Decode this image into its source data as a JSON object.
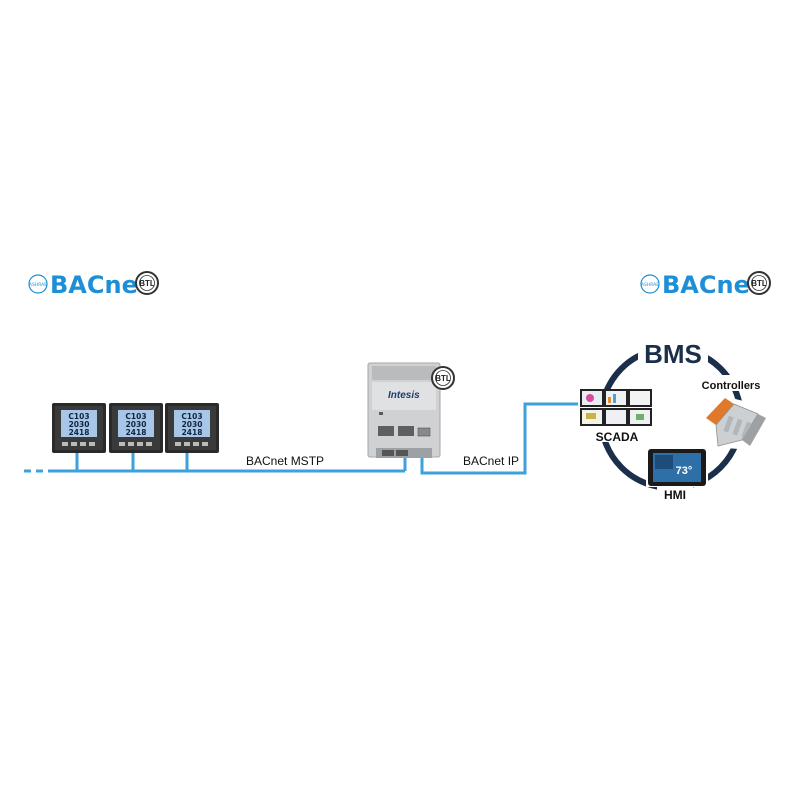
{
  "logos": {
    "left": {
      "ashrae": "ASHRAE",
      "bacnet": "BACnet",
      "tm": "™",
      "btl": "BTL"
    },
    "right": {
      "ashrae": "ASHRAE",
      "bacnet": "BACnet",
      "tm": "™",
      "btl": "BTL"
    }
  },
  "gateway": {
    "brand": "Intesis",
    "btl": "BTL"
  },
  "links": {
    "mstp": "BACnet MSTP",
    "ip": "BACnet IP"
  },
  "bms": {
    "title": "BMS",
    "controllers": "Controllers",
    "scada": "SCADA",
    "hmi": "HMI",
    "hmi_screen_value": "73°"
  },
  "meters": [
    {
      "rows": [
        "C103",
        "2030",
        "2418"
      ]
    },
    {
      "rows": [
        "C103",
        "2030",
        "2418"
      ]
    },
    {
      "rows": [
        "C103",
        "2030",
        "2418"
      ]
    }
  ],
  "colors": {
    "line": "#3da2dc",
    "ring": "#1c2f4a",
    "bacnet_blue": "#1e8fd6",
    "bacnet_green": "#74b43c",
    "meter_body": "#2a2a2a",
    "meter_screen": "#a8c6e8",
    "gateway_body": "#cfd1d3",
    "controller_orange": "#e07a2a"
  }
}
